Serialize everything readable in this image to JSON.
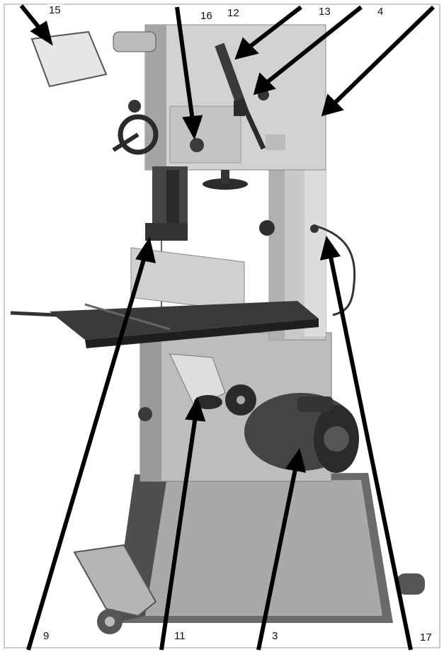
{
  "figure": {
    "description_icon": "bandsaw-machine-illustration",
    "callouts": [
      {
        "id": "c15",
        "label": "15"
      },
      {
        "id": "c16",
        "label": "16"
      },
      {
        "id": "c12",
        "label": "12"
      },
      {
        "id": "c13",
        "label": "13"
      },
      {
        "id": "c4",
        "label": "4"
      },
      {
        "id": "c9",
        "label": "9"
      },
      {
        "id": "c11",
        "label": "11"
      },
      {
        "id": "c3",
        "label": "3"
      },
      {
        "id": "c17",
        "label": "17"
      }
    ]
  }
}
